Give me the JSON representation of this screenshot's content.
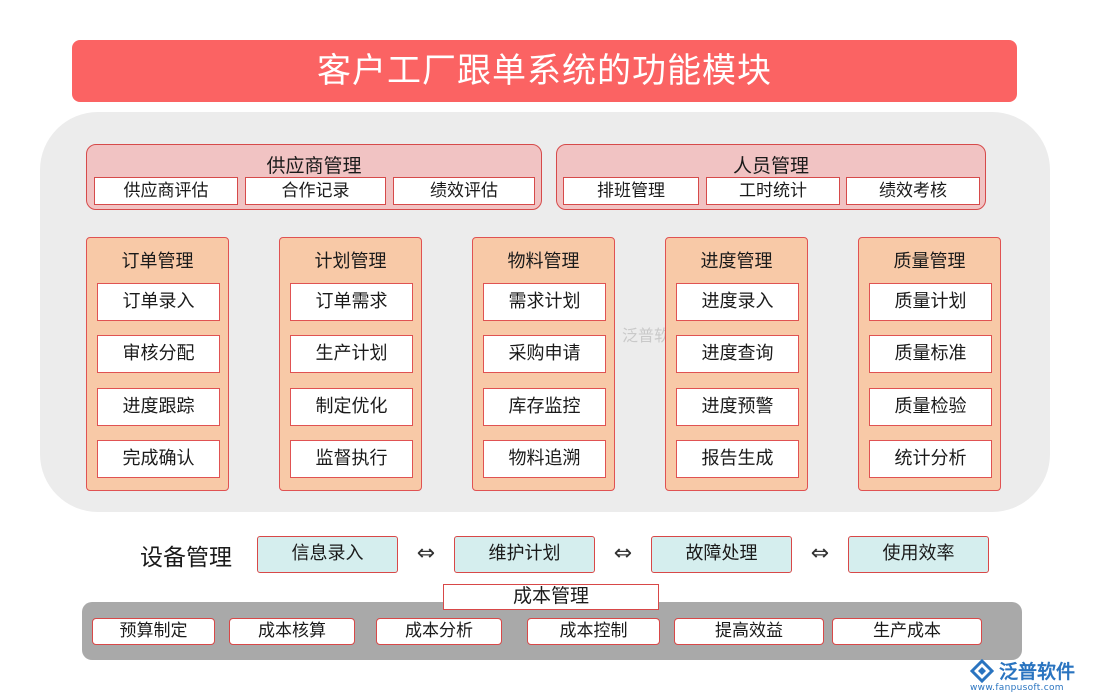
{
  "title": "客户工厂跟单系统的功能模块",
  "watermark": "泛普软",
  "supplier": {
    "title": "供应商管理",
    "items": [
      "供应商评估",
      "合作记录",
      "绩效评估"
    ]
  },
  "personnel": {
    "title": "人员管理",
    "items": [
      "排班管理",
      "工时统计",
      "绩效考核"
    ]
  },
  "modules": [
    {
      "title": "订单管理",
      "items": [
        "订单录入",
        "审核分配",
        "进度跟踪",
        "完成确认"
      ]
    },
    {
      "title": "计划管理",
      "items": [
        "订单需求",
        "生产计划",
        "制定优化",
        "监督执行"
      ]
    },
    {
      "title": "物料管理",
      "items": [
        "需求计划",
        "采购申请",
        "库存监控",
        "物料追溯"
      ]
    },
    {
      "title": "进度管理",
      "items": [
        "进度录入",
        "进度查询",
        "进度预警",
        "报告生成"
      ]
    },
    {
      "title": "质量管理",
      "items": [
        "质量计划",
        "质量标准",
        "质量检验",
        "统计分析"
      ]
    }
  ],
  "equipment": {
    "title": "设备管理",
    "items": [
      "信息录入",
      "维护计划",
      "故障处理",
      "使用效率"
    ],
    "arrow": "⇔"
  },
  "cost": {
    "title": "成本管理",
    "items": [
      "预算制定",
      "成本核算",
      "成本分析",
      "成本控制",
      "提高效益",
      "生产成本"
    ]
  },
  "logo": {
    "name": "泛普软件",
    "url": "www.fanpusoft.com"
  },
  "colors": {
    "title_bg": "#fb6363",
    "group_bg": "#f1c3c3",
    "module_bg": "#f8c9a7",
    "equip_bg": "#d5eeee",
    "border_red": "#d64a4a",
    "panel_gray": "#ececec",
    "cost_panel_gray": "#a9a9a9",
    "logo_blue": "#2a74c0"
  }
}
